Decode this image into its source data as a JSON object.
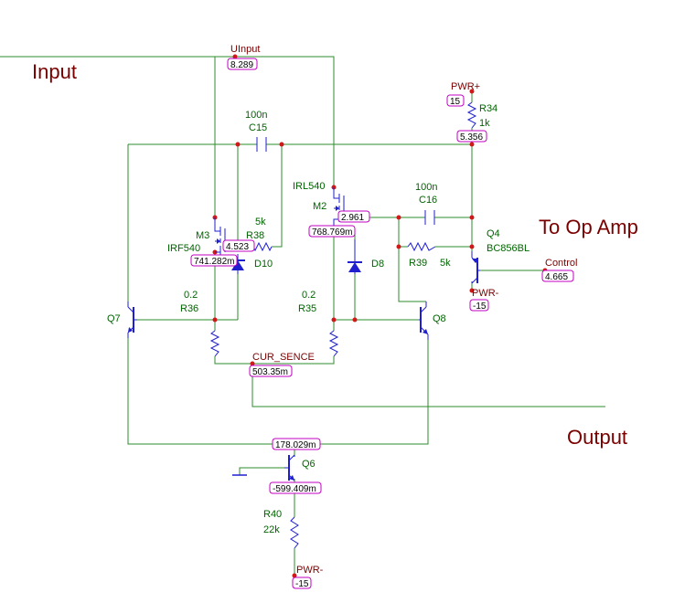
{
  "labels": {
    "input": "Input",
    "to_op_amp": "To Op Amp",
    "output": "Output"
  },
  "nets": {
    "uinput": "UInput",
    "pwr_plus": "PWR+",
    "pwr_minus_q4": "PWR-",
    "pwr_minus_bottom": "PWR-",
    "control": "Control",
    "cur_sence": "CUR_SENCE"
  },
  "components": {
    "c15_value": "100n",
    "c15_ref": "C15",
    "c16_value": "100n",
    "c16_ref": "C16",
    "r34_ref": "R34",
    "r34_value": "1k",
    "r38_value": "5k",
    "r38_ref": "R38",
    "r39_ref": "R39",
    "r39_value": "5k",
    "r36_value": "0.2",
    "r36_ref": "R36",
    "r35_value": "0.2",
    "r35_ref": "R35",
    "r40_ref": "R40",
    "r40_value": "22k",
    "m3_ref": "M3",
    "m3_part": "IRF540",
    "m2_part": "IRL540",
    "m2_ref": "M2",
    "d10_ref": "D10",
    "d8_ref": "D8",
    "q4_ref": "Q4",
    "q4_part": "BC856BL",
    "q7_ref": "Q7",
    "q8_ref": "Q8",
    "q6_ref": "Q6"
  },
  "probes": {
    "uinput": "8.289",
    "pwr_plus": "15",
    "r34_bottom": "5.356",
    "m2_gate": "2.961",
    "m3_gate": "4.523",
    "m3_source": "741.282m",
    "m2_source": "768.769m",
    "control": "4.665",
    "pwr_minus_q4": "-15",
    "cur_sence": "503.35m",
    "output": "178.029m",
    "q6_emitter": "-599.409m",
    "pwr_minus_bottom": "-15"
  },
  "colors": {
    "wire": "#2e8b2e",
    "component": "#1f1fd0",
    "net_label": "#7a0000",
    "component_text": "#006400",
    "probe_border": "#c000c0",
    "node_dot": "#d01818"
  }
}
